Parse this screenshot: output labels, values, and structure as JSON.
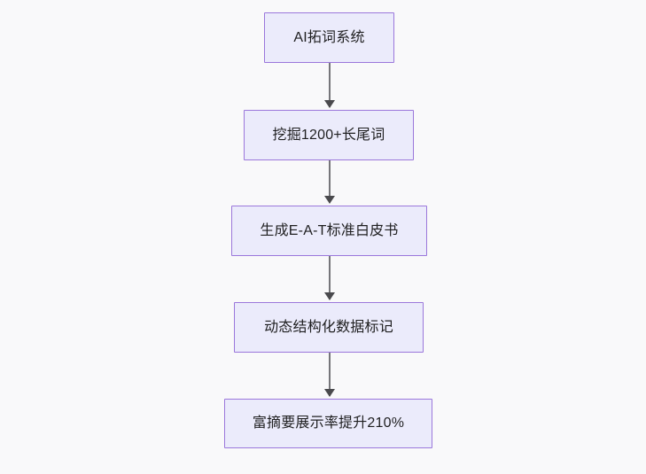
{
  "diagram": {
    "type": "flowchart",
    "direction": "top-to-bottom",
    "background_color": "#f9f9fa",
    "node_fill_color": "#ebebfb",
    "node_border_color": "#9b77db",
    "node_text_color": "#1f1f20",
    "edge_color": "#76767a",
    "nodes": [
      {
        "id": "n1",
        "label": "AI拓词系统"
      },
      {
        "id": "n2",
        "label": "挖掘1200+长尾词"
      },
      {
        "id": "n3",
        "label": "生成E-A-T标准白皮书"
      },
      {
        "id": "n4",
        "label": "动态结构化数据标记"
      },
      {
        "id": "n5",
        "label": "富摘要展示率提升210%"
      }
    ],
    "edges": [
      {
        "id": "e1",
        "from": "n1",
        "to": "n2",
        "arrow": "arrow-down-icon"
      },
      {
        "id": "e2",
        "from": "n2",
        "to": "n3",
        "arrow": "arrow-down-icon"
      },
      {
        "id": "e3",
        "from": "n3",
        "to": "n4",
        "arrow": "arrow-down-icon"
      },
      {
        "id": "e4",
        "from": "n4",
        "to": "n5",
        "arrow": "arrow-down-icon"
      }
    ]
  }
}
